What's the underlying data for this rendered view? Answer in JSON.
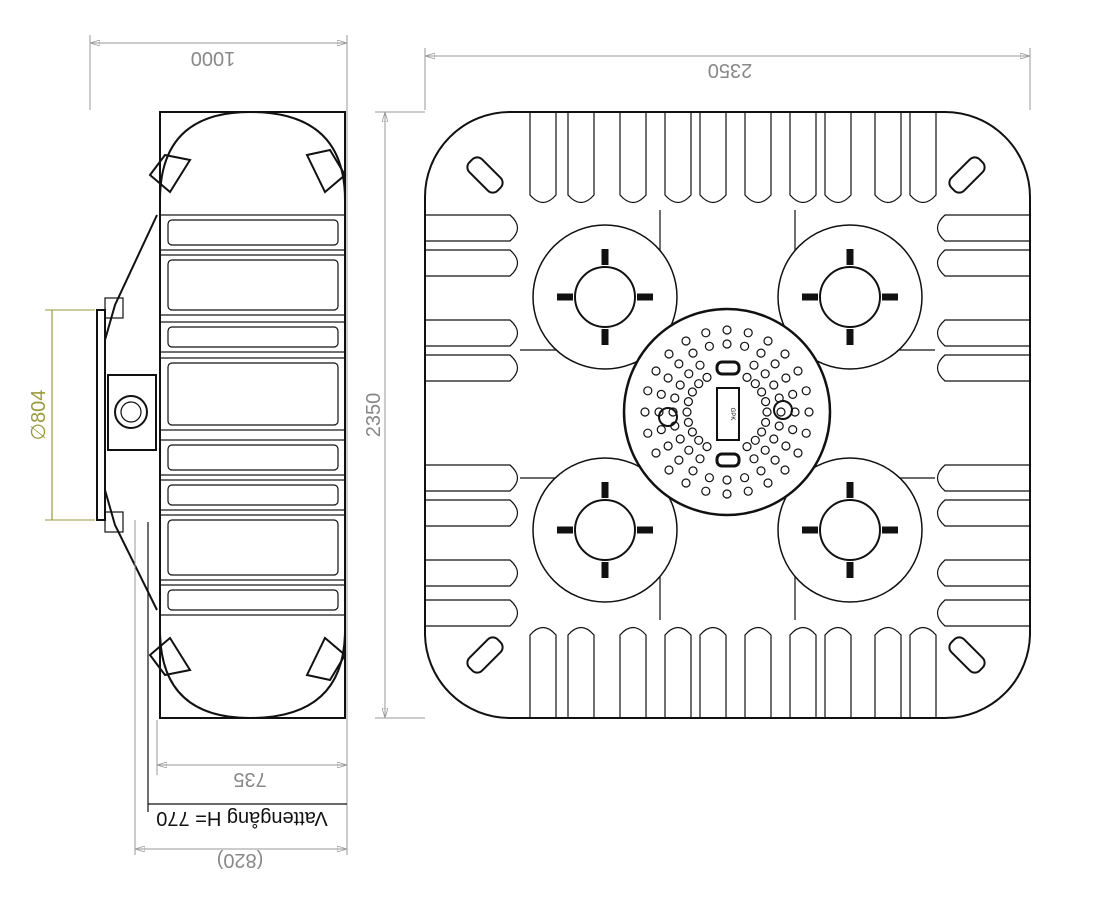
{
  "drawing": {
    "side_view": {
      "width_dim": "1000",
      "inner_width_dim": "735",
      "outer_width_dim": "(820)",
      "inlet_label": "Vattengång H= 770",
      "diameter_dim": "∅804"
    },
    "top_view": {
      "width_dim": "2350",
      "height_dim": "2350",
      "lid_logo": "GPK"
    },
    "colors": {
      "line": "#111111",
      "dimension": "#999999",
      "diameter_dimension": "#9a9a3a"
    }
  }
}
